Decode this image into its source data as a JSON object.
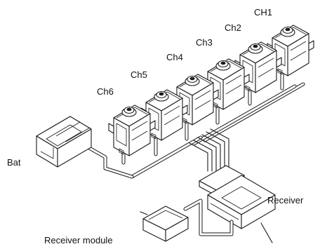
{
  "diagram": {
    "servos": [
      {
        "label": "CH1"
      },
      {
        "label": "Ch2"
      },
      {
        "label": "Ch3"
      },
      {
        "label": "Ch4"
      },
      {
        "label": "Ch5"
      },
      {
        "label": "Ch6"
      }
    ],
    "battery_label": "Bat",
    "receiver_label": "Receiver",
    "receiver_module_label": "Receiver module"
  }
}
